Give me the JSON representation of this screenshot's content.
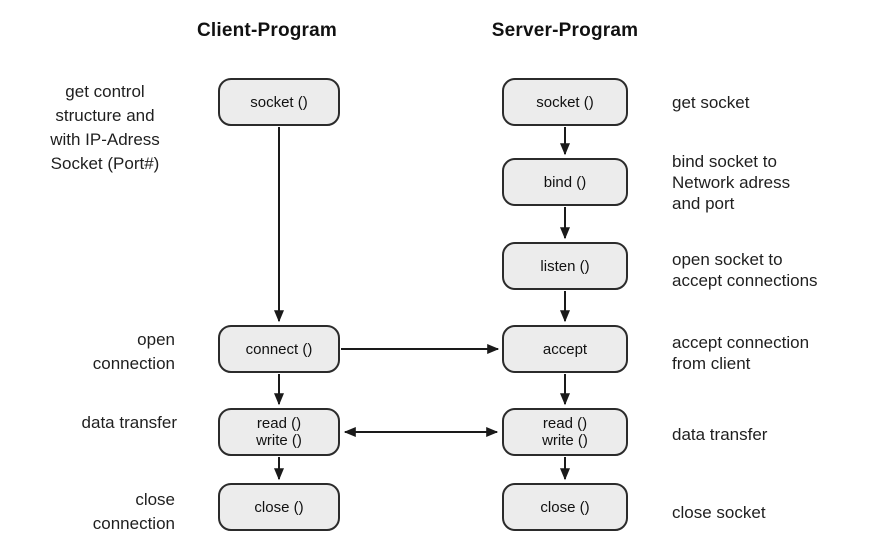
{
  "diagram": {
    "columns": {
      "client": {
        "header": "Client-Program",
        "boxes": {
          "socket": "socket ()",
          "connect": "connect ()",
          "readwrite": "read ()\nwrite ()",
          "close": "close ()"
        }
      },
      "server": {
        "header": "Server-Program",
        "boxes": {
          "socket": "socket ()",
          "bind": "bind ()",
          "listen": "listen ()",
          "accept": "accept",
          "readwrite": "read ()\nwrite ()",
          "close": "close ()"
        }
      }
    },
    "annotations": {
      "left": {
        "socket": "get control\nstructure and\nwith IP-Adress\nSocket (Port#)",
        "connect": "open\nconnection",
        "readwrite": "data transfer",
        "close": "close\nconnection"
      },
      "right": {
        "socket": "get socket",
        "bind": "bind socket to\nNetwork adress\nand port",
        "listen": "open socket to\naccept connections",
        "accept": "accept connection\nfrom client",
        "readwrite": "data transfer",
        "close": "close socket"
      }
    },
    "colors": {
      "background": "#ffffff",
      "box_fill": "#ececec",
      "box_border": "#2b2b2b",
      "arrow": "#1a1a1a",
      "text": "#1f1f1f"
    }
  }
}
